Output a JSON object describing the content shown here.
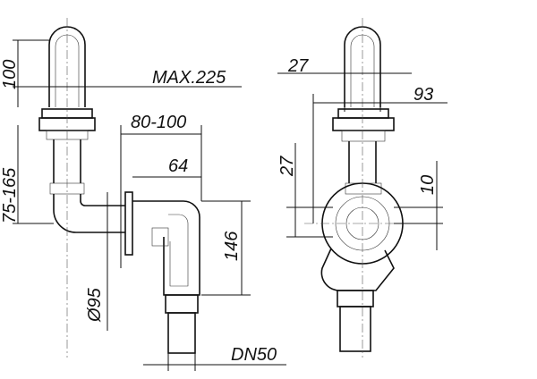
{
  "drawing": {
    "side_view": {
      "height_top": "100",
      "max_length": "MAX.225",
      "offset_range": "80-100",
      "depth": "64",
      "height_range": "75-165",
      "outlet_height": "146",
      "flange_diameter": "Ø95",
      "outlet_size": "DN50"
    },
    "front_view": {
      "pipe_diameter": "27",
      "flange_width": "93",
      "inlet_diameter": "27",
      "offset": "10"
    }
  }
}
